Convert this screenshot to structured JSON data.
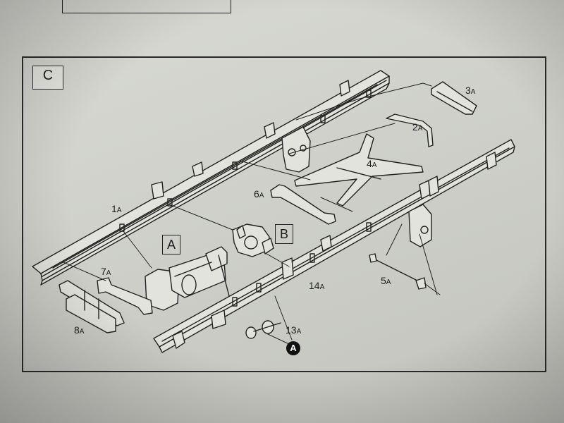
{
  "step": {
    "letter": "C"
  },
  "parts": [
    {
      "num": "1",
      "suffix": "A"
    },
    {
      "num": "2",
      "suffix": "A"
    },
    {
      "num": "3",
      "suffix": "A"
    },
    {
      "num": "4",
      "suffix": "A"
    },
    {
      "num": "5",
      "suffix": "A"
    },
    {
      "num": "6",
      "suffix": "A"
    },
    {
      "num": "7",
      "suffix": "A"
    },
    {
      "num": "8",
      "suffix": "A"
    },
    {
      "num": "13",
      "suffix": "A"
    },
    {
      "num": "14",
      "suffix": "A"
    }
  ],
  "callouts": {
    "a": "A",
    "b": "B"
  },
  "marker": {
    "label": "A"
  },
  "colors": {
    "paper": "#d6d7d1",
    "ink": "#222222",
    "part_fill": "#e3e3dd"
  }
}
